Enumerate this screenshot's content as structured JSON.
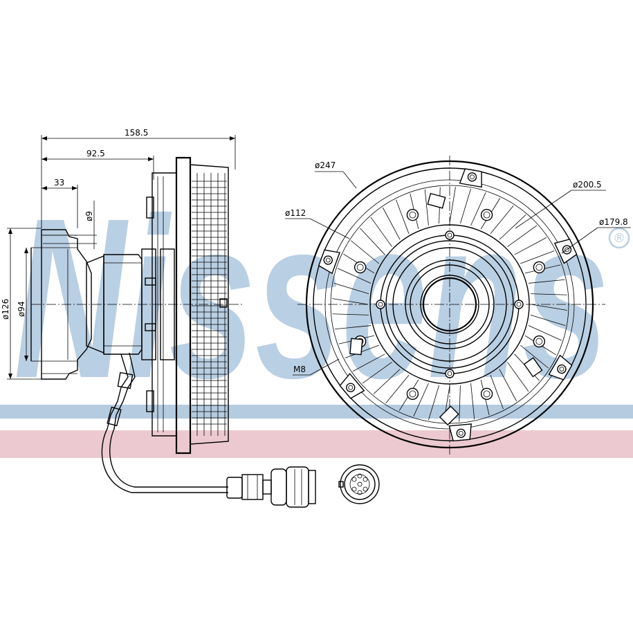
{
  "watermark": {
    "text": "Nissens",
    "registered_mark": "®",
    "colors": {
      "text": "#b9cfe3",
      "blue_band": "#b4cbe0",
      "pink_band": "#ecc9d0"
    }
  },
  "side_view": {
    "dimensions": {
      "overall_length": "158.5",
      "hub_length": "92.5",
      "flange_length": "33",
      "bolt_hole": "ø9",
      "pilot_outer": "ø126",
      "pilot_inner": "ø94"
    }
  },
  "front_view": {
    "dimensions": {
      "outer_diameter": "ø247",
      "bolt_circle": "ø200.5",
      "mount_circle": "ø179.8",
      "hub_diameter": "ø112",
      "thread": "M8"
    }
  }
}
